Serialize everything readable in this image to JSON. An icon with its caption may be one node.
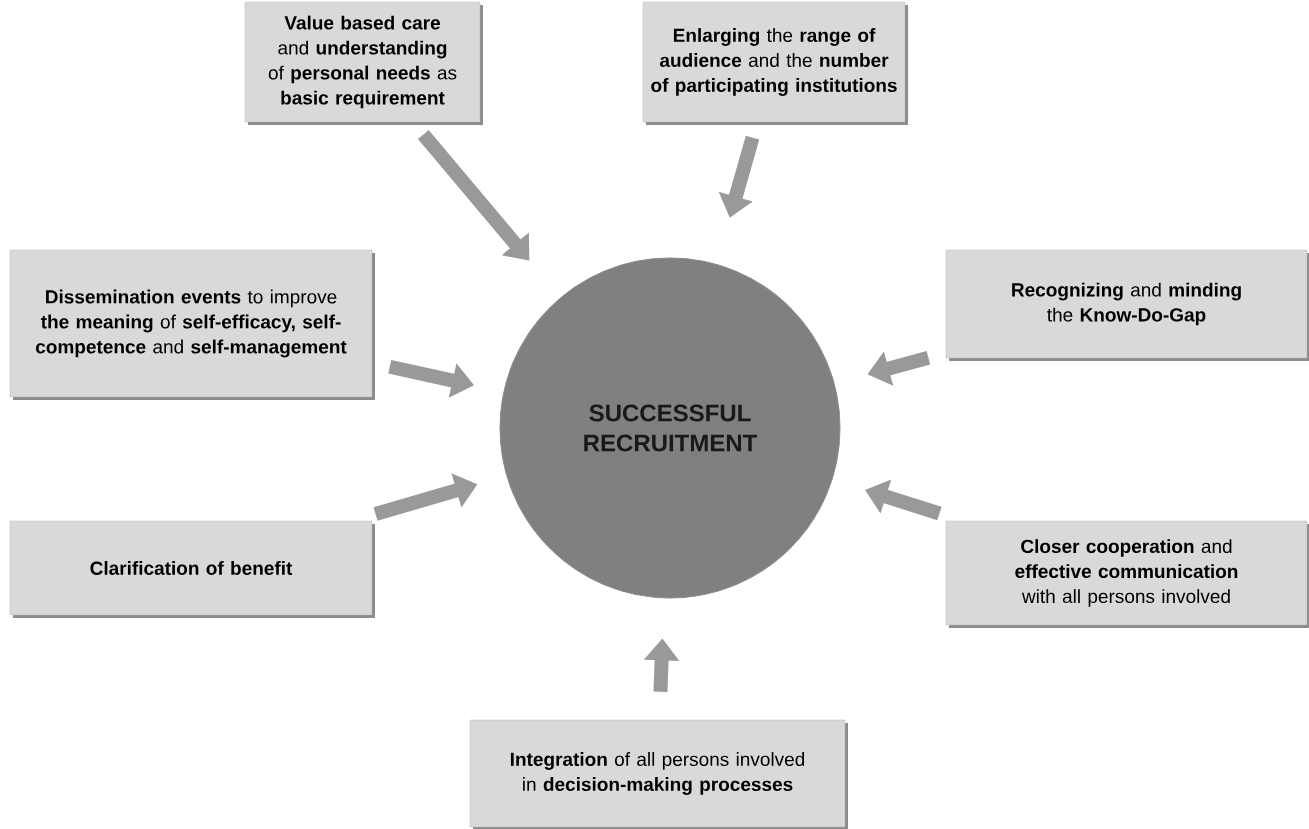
{
  "diagram": {
    "nodes": [
      {
        "text": [
          "SUCCESSFUL RECRUITMENT"
        ]
      },
      {
        "text": [
          "**Value based care** and **understanding** of **personal needs** as **basic requirement**"
        ]
      },
      {
        "text": [
          "**Enlarging** the **range of audience** and the **number of participating institutions**"
        ]
      },
      {
        "text": [
          "**Dissemination events** to improve **the meaning** of **self-efficacy, self-competence** and **self-management**"
        ]
      },
      {
        "text": [
          "**Recognizing** and **minding** the **Know-Do-Gap**"
        ]
      },
      {
        "text": [
          "Clarification of benefit"
        ]
      },
      {
        "text": [
          "**Closer cooperation** and **effective communication** with all persons involved"
        ]
      },
      {
        "text": [
          "**Integration** of all persons involved in **decision-making processes**"
        ]
      }
    ],
    "edges": [
      {
        "from": 1,
        "to": 0,
        "arrow": "to"
      },
      {
        "from": 2,
        "to": 0,
        "arrow": "to"
      },
      {
        "from": 3,
        "to": 0,
        "arrow": "to"
      },
      {
        "from": 4,
        "to": 0,
        "arrow": "to"
      },
      {
        "from": 5,
        "to": 0,
        "arrow": "to"
      },
      {
        "from": 6,
        "to": 0,
        "arrow": "to"
      },
      {
        "from": 7,
        "to": 0,
        "arrow": "to"
      }
    ]
  }
}
